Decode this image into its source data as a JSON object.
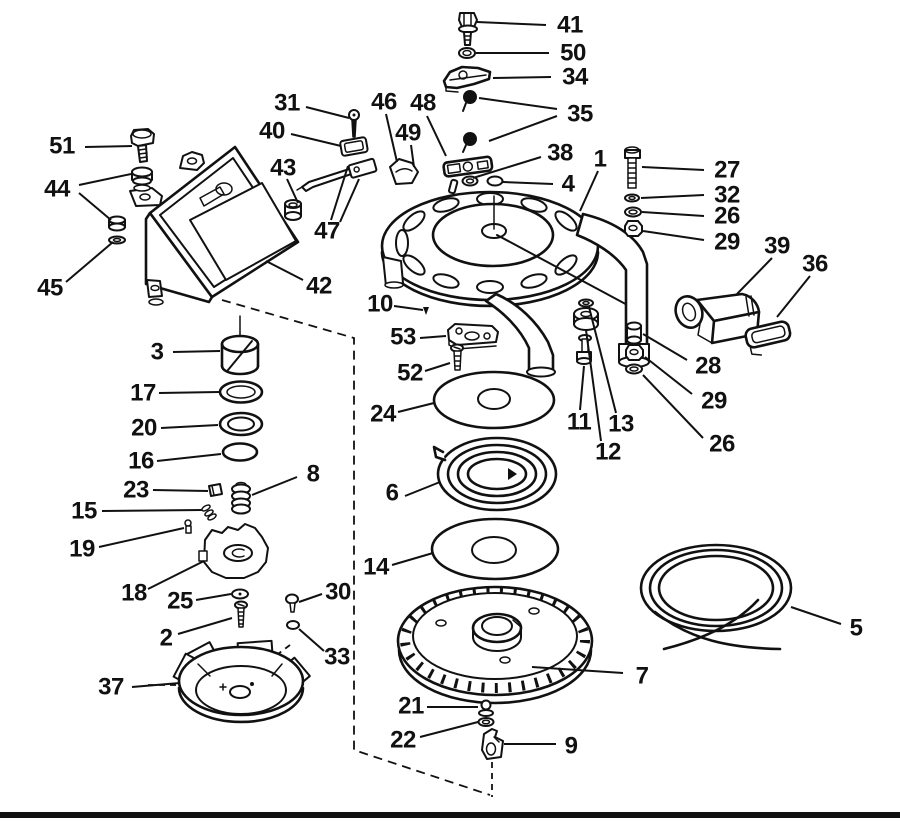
{
  "figure": {
    "kind": "exploded-parts-diagram",
    "description": "Recoil starter exploded view line drawing with numbered callouts",
    "total_callouts": 55
  },
  "colors": {
    "ink": "#111111",
    "paper": "#ffffff"
  },
  "callouts": [
    {
      "label": "41"
    },
    {
      "label": "50"
    },
    {
      "label": "34"
    },
    {
      "label": "35"
    },
    {
      "label": "38"
    },
    {
      "label": "4"
    },
    {
      "label": "1"
    },
    {
      "label": "27"
    },
    {
      "label": "32"
    },
    {
      "label": "26"
    },
    {
      "label": "29"
    },
    {
      "label": "39"
    },
    {
      "label": "36"
    },
    {
      "label": "28"
    },
    {
      "label": "29"
    },
    {
      "label": "26"
    },
    {
      "label": "11"
    },
    {
      "label": "13"
    },
    {
      "label": "12"
    },
    {
      "label": "51"
    },
    {
      "label": "44"
    },
    {
      "label": "45"
    },
    {
      "label": "31"
    },
    {
      "label": "40"
    },
    {
      "label": "43"
    },
    {
      "label": "47"
    },
    {
      "label": "46"
    },
    {
      "label": "48"
    },
    {
      "label": "49"
    },
    {
      "label": "42"
    },
    {
      "label": "3"
    },
    {
      "label": "17"
    },
    {
      "label": "20"
    },
    {
      "label": "16"
    },
    {
      "label": "23"
    },
    {
      "label": "15"
    },
    {
      "label": "19"
    },
    {
      "label": "18"
    },
    {
      "label": "25"
    },
    {
      "label": "2"
    },
    {
      "label": "37"
    },
    {
      "label": "8"
    },
    {
      "label": "30"
    },
    {
      "label": "33"
    },
    {
      "label": "10"
    },
    {
      "label": "53"
    },
    {
      "label": "52"
    },
    {
      "label": "24"
    },
    {
      "label": "6"
    },
    {
      "label": "14"
    },
    {
      "label": "21"
    },
    {
      "label": "22"
    },
    {
      "label": "9"
    },
    {
      "label": "7"
    },
    {
      "label": "5"
    }
  ]
}
